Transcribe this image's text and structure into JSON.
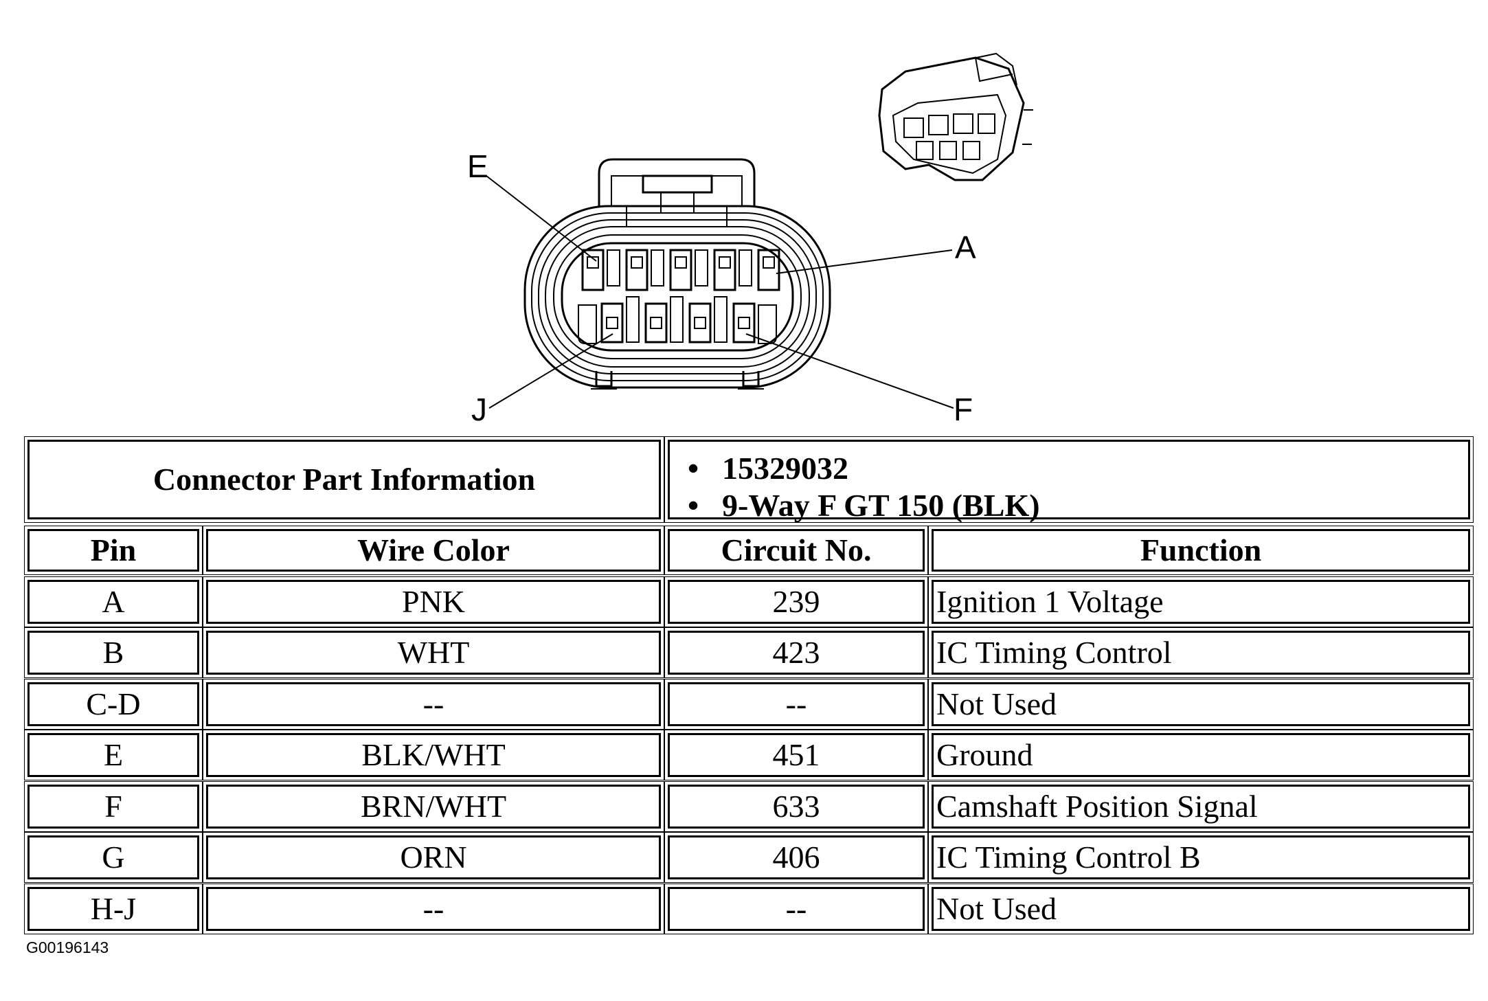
{
  "diagram": {
    "pin_labels": {
      "E": "E",
      "A": "A",
      "J": "J",
      "F": "F"
    }
  },
  "connector_info": {
    "label": "Connector Part Information",
    "items": [
      "15329032",
      "9-Way F GT 150 (BLK)"
    ]
  },
  "table": {
    "headers": [
      "Pin",
      "Wire Color",
      "Circuit No.",
      "Function"
    ],
    "rows": [
      {
        "pin": "A",
        "wire_color": "PNK",
        "circuit": "239",
        "function": "Ignition 1 Voltage"
      },
      {
        "pin": "B",
        "wire_color": "WHT",
        "circuit": "423",
        "function": "IC Timing Control"
      },
      {
        "pin": "C-D",
        "wire_color": "--",
        "circuit": "--",
        "function": "Not Used"
      },
      {
        "pin": "E",
        "wire_color": "BLK/WHT",
        "circuit": "451",
        "function": "Ground"
      },
      {
        "pin": "F",
        "wire_color": "BRN/WHT",
        "circuit": "633",
        "function": "Camshaft Position Signal"
      },
      {
        "pin": "G",
        "wire_color": "ORN",
        "circuit": "406",
        "function": "IC Timing Control B"
      },
      {
        "pin": "H-J",
        "wire_color": "--",
        "circuit": "--",
        "function": "Not Used"
      }
    ]
  },
  "figure_id": "G00196143"
}
